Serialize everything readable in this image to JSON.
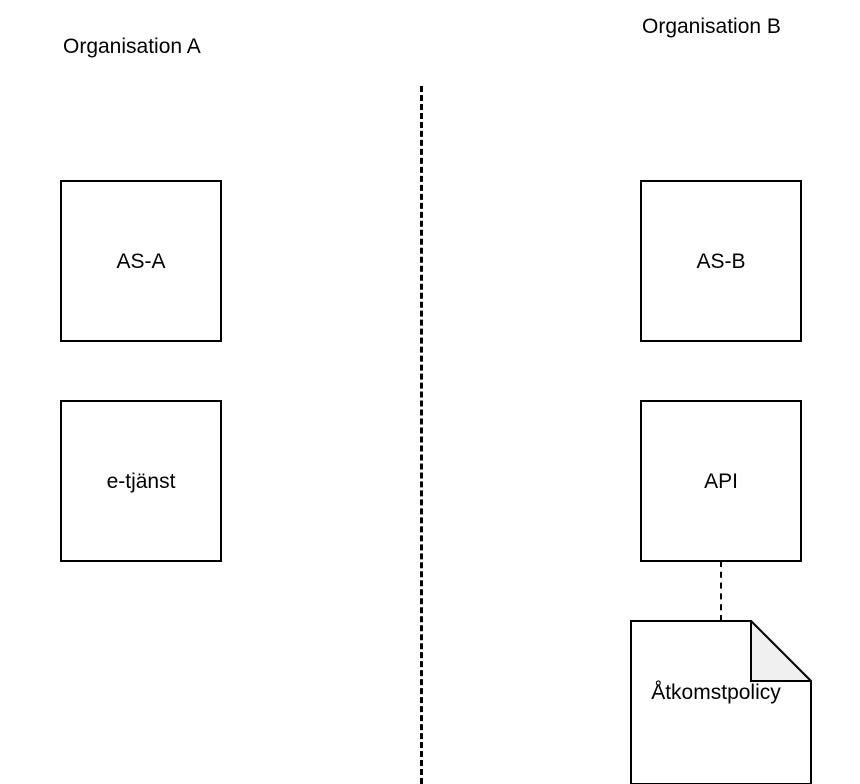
{
  "diagram": {
    "title_left": "Organisation A",
    "title_right": "Organisation B",
    "nodes": {
      "as_a": "AS-A",
      "etjanst": "e-tjänst",
      "as_b": "AS-B",
      "api": "API",
      "policy": "Åtkomstpolicy"
    },
    "colors": {
      "stroke": "#000000",
      "background": "#ffffff",
      "fold_fill": "#f0f0f0"
    }
  }
}
